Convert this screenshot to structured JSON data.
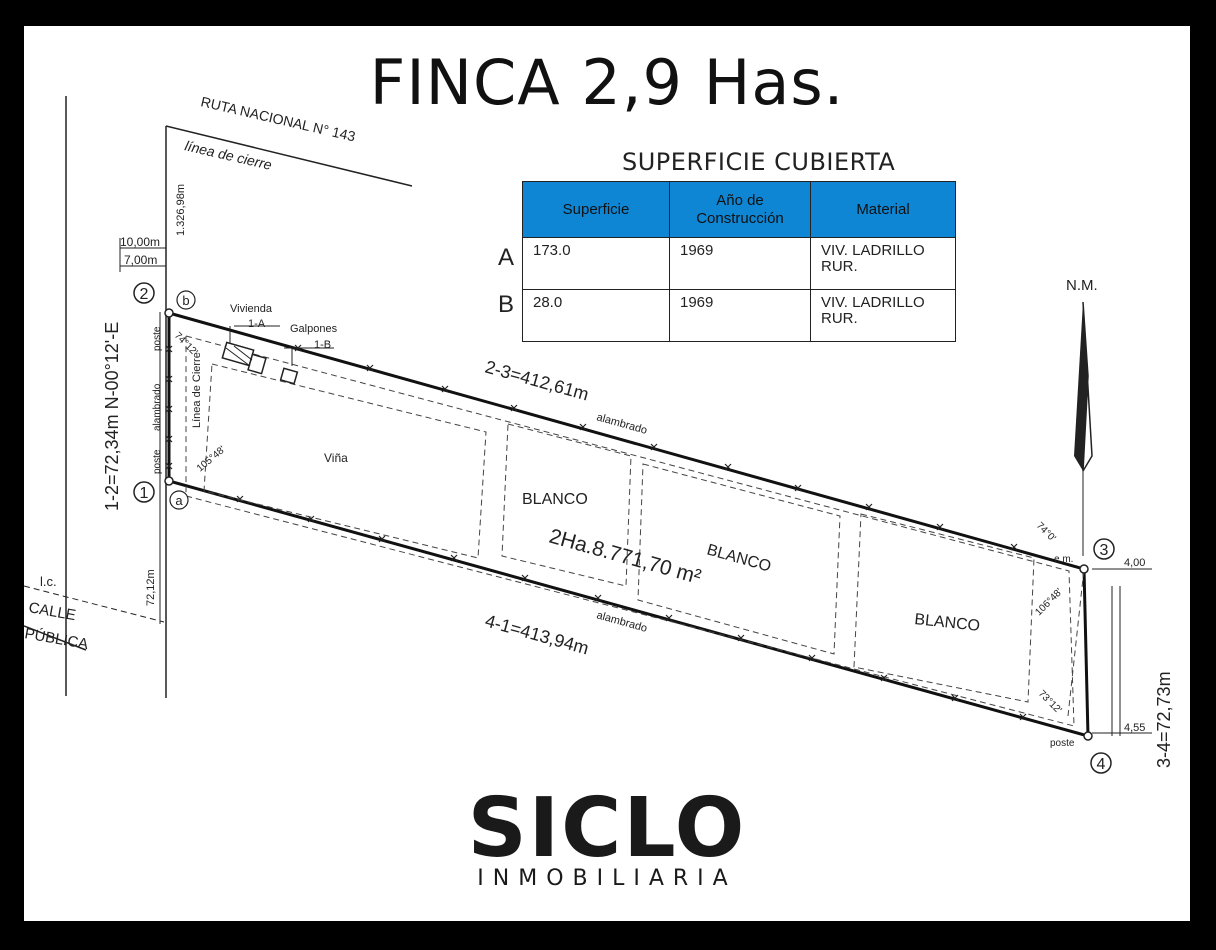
{
  "title": "FINCA 2,9 Has.",
  "table": {
    "title": "SUPERFICIE CUBIERTA",
    "headers": [
      "Superficie",
      "Año de Construcción",
      "Material"
    ],
    "header_color": "#0e86d4",
    "rows": [
      {
        "label": "A",
        "superficie": "173.0",
        "anio": "1969",
        "material": "VIV. LADRILLO RUR."
      },
      {
        "label": "B",
        "superficie": "28.0",
        "anio": "1969",
        "material": "VIV. LADRILLO RUR."
      }
    ]
  },
  "plan": {
    "road": "RUTA NACIONAL N° 143",
    "linea_cierre_top": "línea de cierre",
    "dist_1326": "1.326,98m",
    "dist_10": "10,00m",
    "dist_7": "7,00m",
    "side_1_2": "1-2=72,34m N-00°12'-E",
    "side_2_3": "2-3=412,61m",
    "side_4_1": "4-1=413,94m",
    "side_3_4": "3-4=72,73m",
    "area": "2Ha.8.771,70 m²",
    "alambrado": "alambrado",
    "poste": "poste",
    "linea_cierre_inner": "Línea de Cierre",
    "vivienda": "Vivienda",
    "vivienda_code": "1-A",
    "galpones": "Galpones",
    "galpones_code": "1-B",
    "vina": "Viña",
    "blanco": "BLANCO",
    "angles": [
      "74°12'",
      "105°48'",
      "74°0'",
      "106°48'",
      "73°12'"
    ],
    "em": "e.m.",
    "dist_4_00": "4,00",
    "dist_4_55": "4,55",
    "dist_72_12": "72,12m",
    "lc": "l.c.",
    "calle": "CALLE",
    "publica": "PÚBLICA",
    "nm": "N.M.",
    "points": [
      "1",
      "2",
      "3",
      "4"
    ],
    "letters": [
      "a",
      "b"
    ]
  },
  "logo": {
    "name": "SICLO",
    "sub": "INMOBILIARIA"
  }
}
